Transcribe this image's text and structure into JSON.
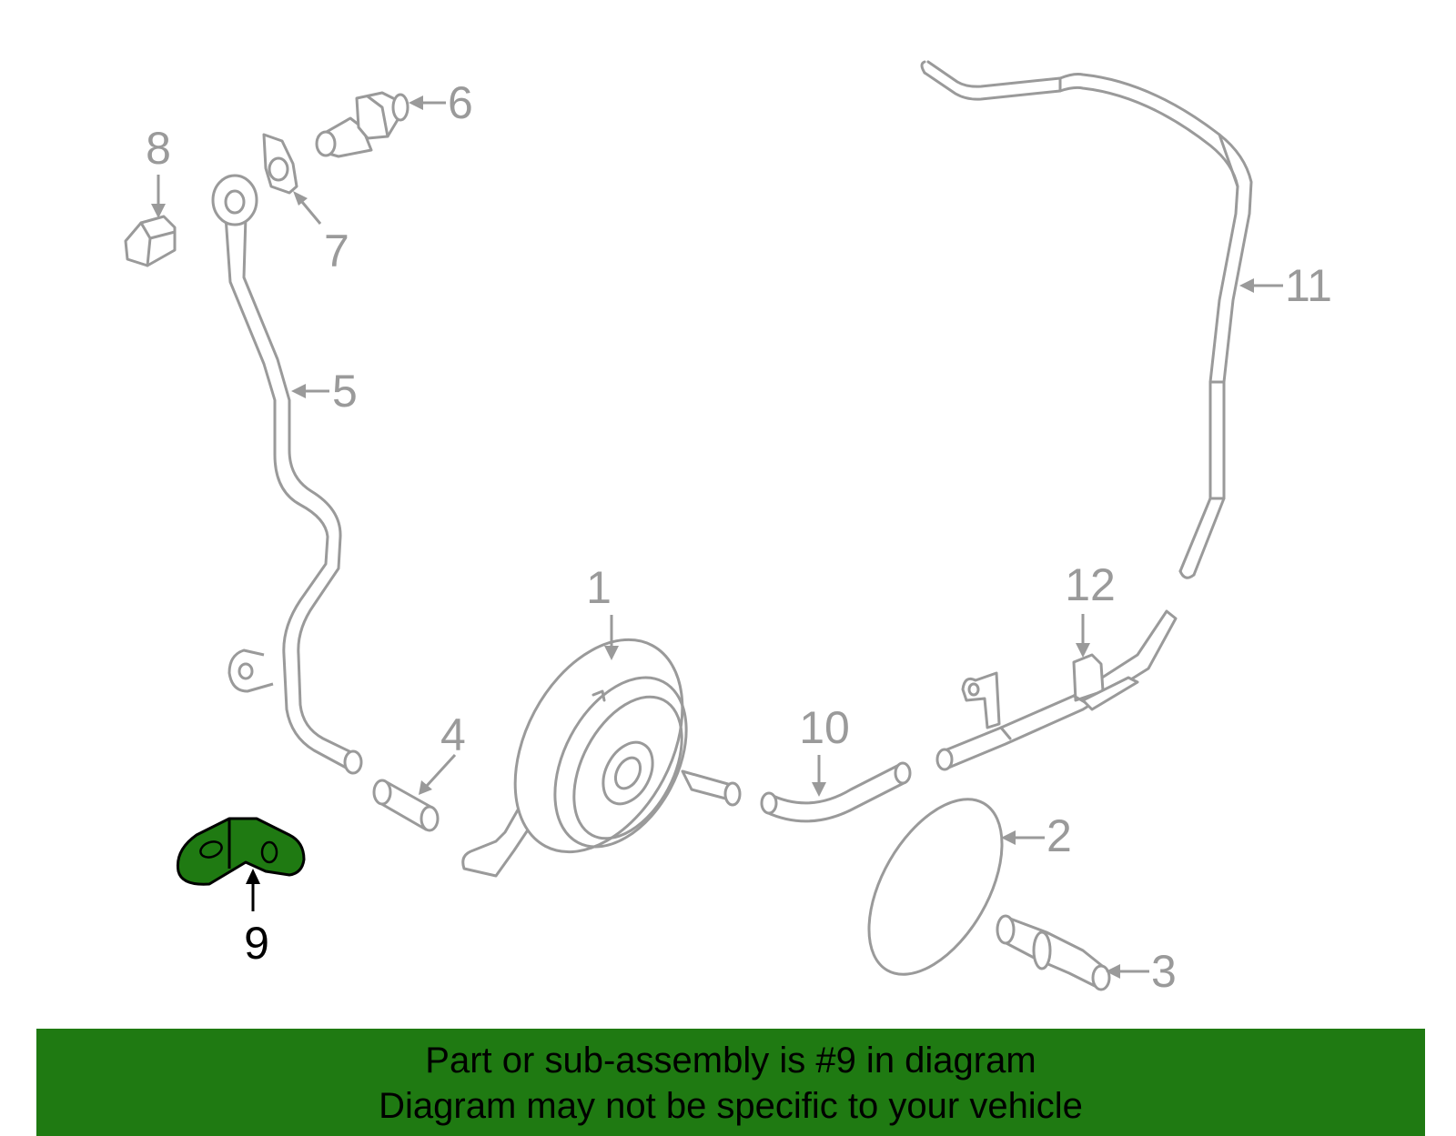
{
  "callouts": {
    "c1": "1",
    "c2": "2",
    "c3": "3",
    "c4": "4",
    "c5": "5",
    "c6": "6",
    "c7": "7",
    "c8": "8",
    "c9": "9",
    "c10": "10",
    "c11": "11",
    "c12": "12"
  },
  "highlighted_part": "9",
  "banner": {
    "line1": "Part or sub-assembly is #9 in diagram",
    "line2": "Diagram may not be specific to your vehicle"
  },
  "colors": {
    "highlight": "#1f7a12",
    "parts": "#9a9a9a",
    "banner_bg": "#1f7a12"
  }
}
